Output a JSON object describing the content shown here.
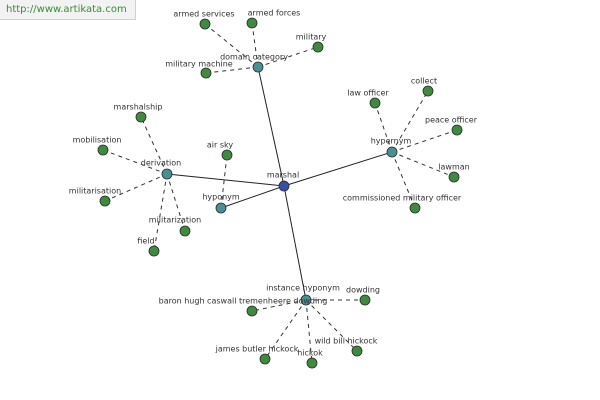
{
  "source_url": "http://www.artikata.com",
  "colors": {
    "center_node": "#3b4fa0",
    "relation_node": "#4a8f94",
    "leaf_node": "#3f8a3f",
    "background": "#ffffff"
  },
  "center": {
    "label": "marshal"
  },
  "relations": [
    {
      "id": "domain",
      "label": "domain category",
      "leaves": [
        "armed services",
        "armed forces",
        "military",
        "military machine"
      ]
    },
    {
      "id": "hypernym",
      "label": "hypernym",
      "leaves": [
        "law officer",
        "collect",
        "peace officer",
        "lawman",
        "commissioned military officer"
      ]
    },
    {
      "id": "derivation",
      "label": "derivation",
      "leaves": [
        "marshalship",
        "mobilisation",
        "militarisation",
        "militarization",
        "field"
      ]
    },
    {
      "id": "hyponym",
      "label": "hyponym",
      "leaves": [
        "air sky"
      ]
    },
    {
      "id": "instance",
      "label": "instance hyponym",
      "leaves": [
        "dowding",
        "baron hugh caswall tremenheere dowding",
        "wild bill hickock",
        "james butler hickock",
        "hickok"
      ]
    }
  ]
}
